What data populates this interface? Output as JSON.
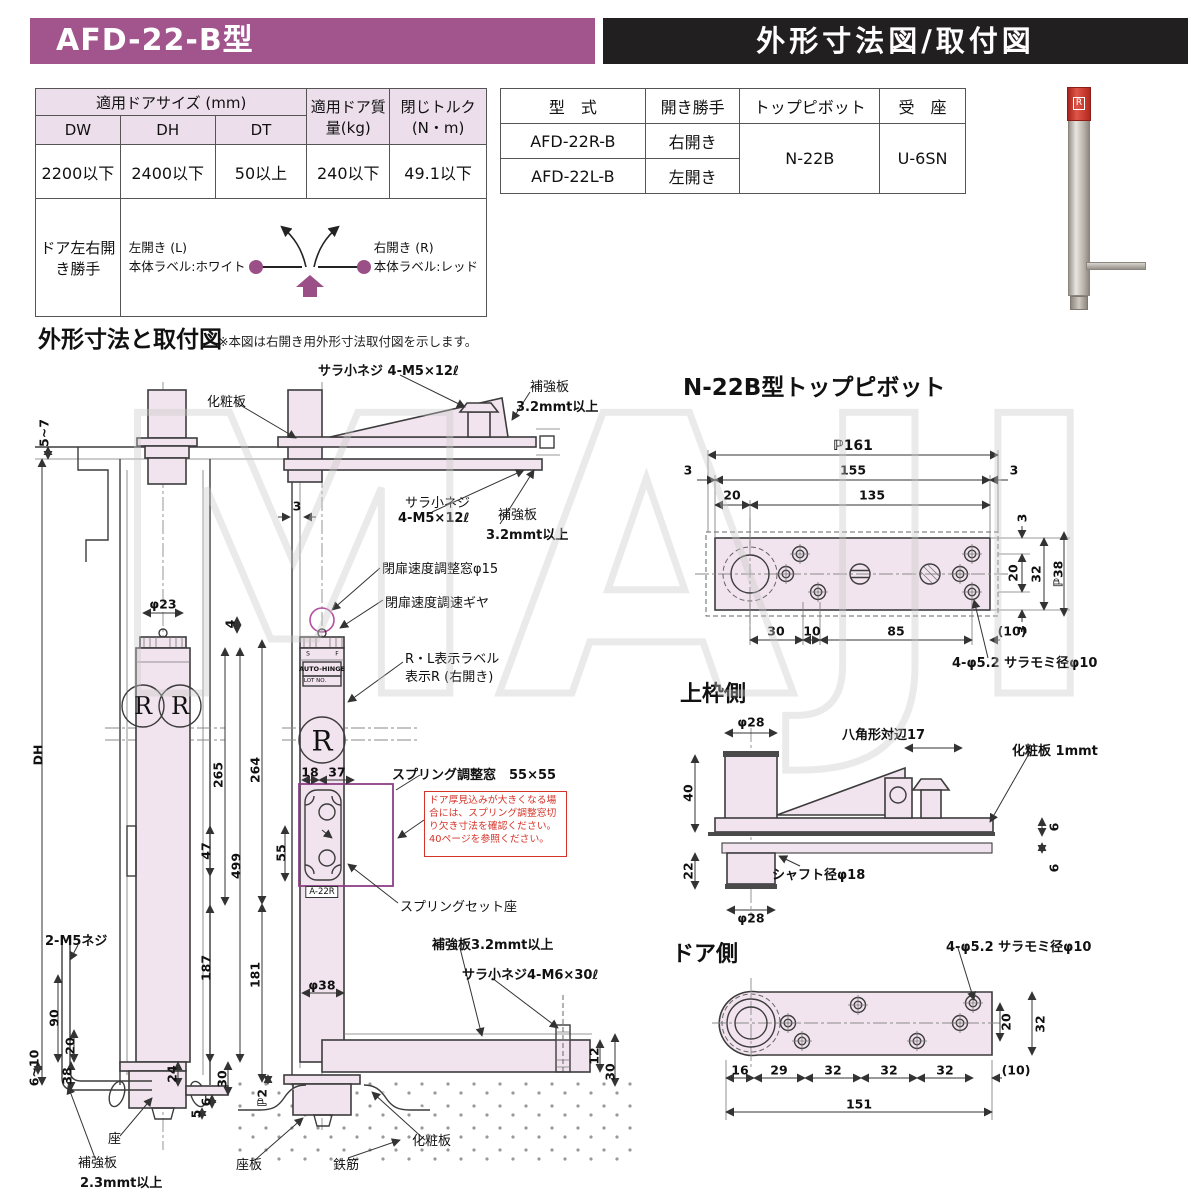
{
  "watermark": "MAJI",
  "header": {
    "model_title": "AFD-22-B型",
    "page_title": "外形寸法図/取付図"
  },
  "spec_table": {
    "door_size_header": "適用ドアサイズ (mm)",
    "col_dw": "DW",
    "col_dh": "DH",
    "col_dt": "DT",
    "mass_header": "適用ドア質量(kg)",
    "torque_header": "閉じトルク(N・m)",
    "val_dw": "2200以下",
    "val_dh": "2400以下",
    "val_dt": "50以上",
    "val_mass": "240以下",
    "val_torque": "49.1以下",
    "handing_header": "ドア左右開き勝手",
    "left_open": "左開き (L)",
    "left_body_label": "本体ラベル:ホワイト",
    "right_open": "右開き (R)",
    "right_body_label": "本体ラベル:レッド"
  },
  "model_table": {
    "h_model": "型　式",
    "h_handing": "開き勝手",
    "h_pivot": "トップピボット",
    "h_socket": "受　座",
    "r1_model": "AFD-22R-B",
    "r1_handing": "右開き",
    "r2_model": "AFD-22L-B",
    "r2_handing": "左開き",
    "pivot": "N-22B",
    "socket": "U-6SN"
  },
  "photo": {
    "cap_letter": "R"
  },
  "section": {
    "heading": "外形寸法と取付図",
    "note": "※本図は右開き用外形寸法取付図を示します。"
  },
  "drawing": {
    "labels": {
      "kesho": "化粧板",
      "sara_m5_top": "サラ小ネジ 4-M5×12ℓ",
      "hokyo": "補強板",
      "t3_2": "3.2mmt以上",
      "sara": "サラ小ネジ",
      "m5_12": "4-M5×12ℓ",
      "close_window": "閉扉速度調整窓φ15",
      "close_gear": "閉扉速度調速ギヤ",
      "rl1": "R・L表示ラベル",
      "rl2": "表示R (右開き)",
      "spring_window": "スプリング調整窓　55×55",
      "warning": "ドア厚見込みが大きくなる場合には、スプリング調整窓切り欠き寸法を確認ください。40ページを参照ください。",
      "spring_seat": "スプリングセット座",
      "a22r": "A-22R",
      "m5neji": "2-M5ネジ",
      "hokyo32": "補強板3.2mmt以上",
      "sara_m6": "サラ小ネジ4-M6×30ℓ",
      "za": "座",
      "t2_3": "2.3mmt以上",
      "zaban": "座板",
      "tekkin": "鉄筋",
      "auto_hinge": "AUTO-HINGE",
      "lot_no": "LOT NO.",
      "r_mark": "R",
      "s_mark": "S",
      "f_mark": "F"
    },
    "dims": {
      "d5_7": "5~7",
      "dh": "DH",
      "phi23": "φ23",
      "d4": "4",
      "d265": "265",
      "d264": "264",
      "d3": "3",
      "d18": "18",
      "d37": "37",
      "d47": "47",
      "d499": "499",
      "d55": "55",
      "d187": "187",
      "d181": "181",
      "phi38": "φ38",
      "d90": "90",
      "d20": "20",
      "d6_10": "6~10",
      "d38": "38",
      "d24": "24",
      "d6": "6",
      "d30": "30",
      "d5": "5",
      "d12": "12",
      "pl2": "ℙ2",
      "pl161": "ℙ161",
      "d155": "155",
      "d135": "135",
      "d10": "10",
      "d85": "85",
      "d10p": "(10)",
      "d32": "32",
      "pl38": "ℙ38",
      "d40": "40",
      "d22": "22",
      "phi28": "φ28",
      "d16": "16",
      "d29": "29",
      "d151": "151"
    },
    "pivot": {
      "title": "N-22B型トップピボット",
      "upper_frame": "上枠側",
      "door_side": "ドア側",
      "sara_momi": "4-φ5.2 サラモミ径φ10",
      "octagon": "八角形対辺17",
      "kesho1mmt": "化粧板 1mmt",
      "shaft": "シャフト径φ18"
    }
  }
}
